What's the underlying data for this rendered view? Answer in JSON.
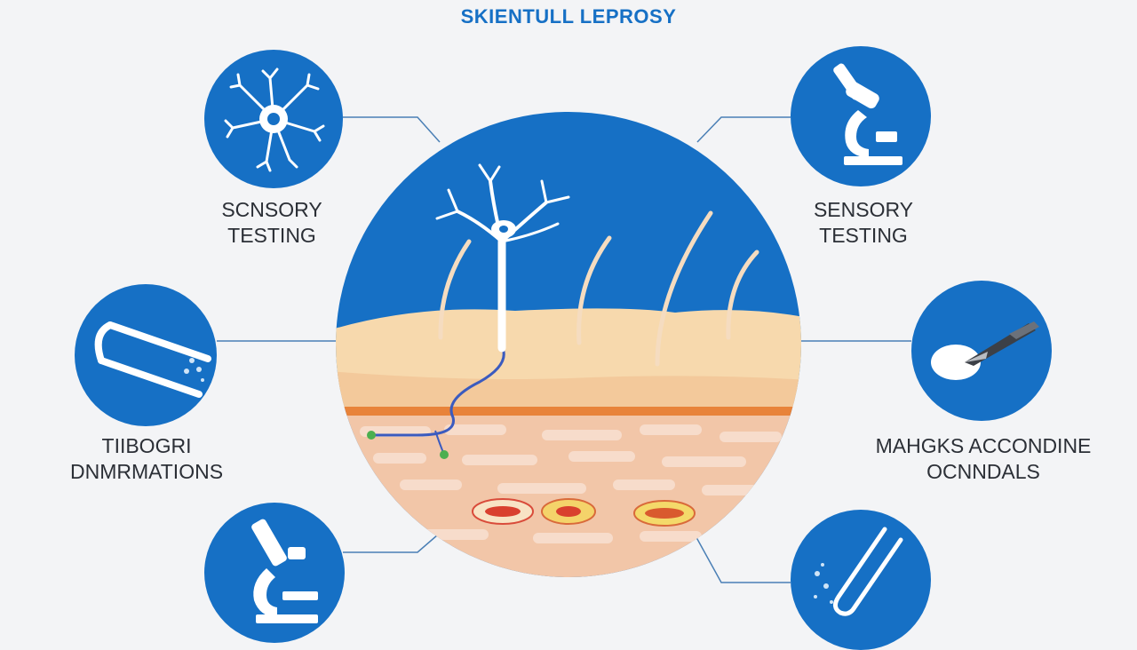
{
  "title": "SKIENTULL LEPROSY",
  "labels": {
    "top_left": [
      "SCNSORY",
      "TESTING"
    ],
    "top_right": [
      "SENSORY",
      "TESTING"
    ],
    "middle_left": [
      "TIIBOGRI",
      "DNMRMATIONS"
    ],
    "middle_right": [
      "MAHGKS ACCONDINE",
      "OCNNDALS"
    ]
  },
  "icons": {
    "top_left": "neuron-icon",
    "top_right": "microscope-icon",
    "middle_left": "swab-tube-icon",
    "middle_right": "scalpel-icon",
    "bottom_left": "microscope-icon",
    "bottom_right": "probe-icon"
  },
  "colors": {
    "accent": "#1670c5",
    "skin": "#f6d7ae",
    "background": "#f3f4f6"
  }
}
